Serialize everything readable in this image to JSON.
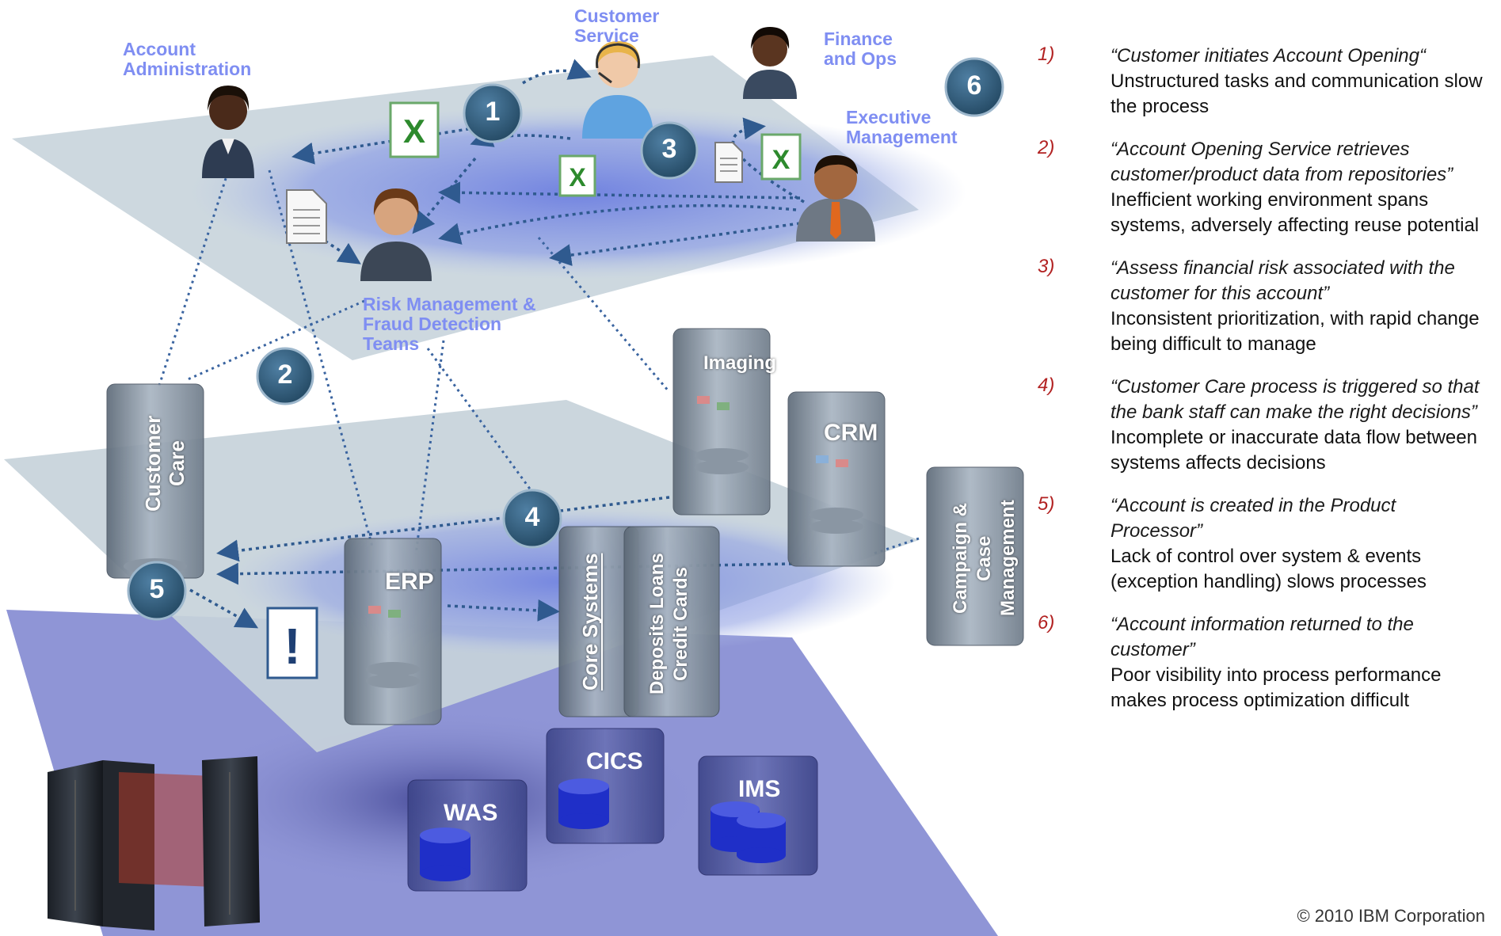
{
  "roles": {
    "customer_service": "Customer Service",
    "account_admin": "Account Administration",
    "finance_ops": "Finance and Ops",
    "executive_mgmt": "Executive Management",
    "risk_mgmt": "Risk Management & Fraud Detection Teams"
  },
  "systems": {
    "customer_care": "Customer Care",
    "imaging": "Imaging",
    "crm": "CRM",
    "campaign": "Campaign & Case Management",
    "erp": "ERP",
    "core_systems": "Core Systems",
    "deposits": "Deposits Loans Credit Cards"
  },
  "databases": {
    "was": "WAS",
    "cics": "CICS",
    "ims": "IMS"
  },
  "badges": [
    "1",
    "2",
    "3",
    "4",
    "5",
    "6"
  ],
  "alert_symbol": "!",
  "notes": [
    {
      "num": "1)",
      "quote": "“Customer initiates Account Opening“",
      "desc": "Unstructured tasks and communication slow the process"
    },
    {
      "num": "2)",
      "quote": "“Account Opening Service retrieves customer/product data from repositories”",
      "desc": "Inefficient working environment spans systems, adversely affecting reuse potential"
    },
    {
      "num": "3)",
      "quote": "“Assess financial risk associated with the customer for this account”",
      "desc": "Inconsistent prioritization, with rapid change being difficult to manage"
    },
    {
      "num": "4)",
      "quote": "“Customer Care process is triggered so that the bank staff can make the right decisions”",
      "desc": "Incomplete or inaccurate data flow between systems affects decisions"
    },
    {
      "num": "5)",
      "quote": "“Account is created in the Product Processor”",
      "desc": "Lack of control over system & events (exception handling) slows processes"
    },
    {
      "num": "6)",
      "quote": "“Account information returned to the customer”",
      "desc": "Poor visibility into process performance makes process optimization difficult"
    }
  ],
  "copyright": "© 2010 IBM Corporation",
  "colors": {
    "badge": "#2f5a78",
    "role_label": "#7f8ef2",
    "note_number": "#b22222",
    "plane": "#c7d3da",
    "bottom_plane": "#8f95d6",
    "db_blue": "#1f2fc8"
  },
  "icons": [
    "person-icon",
    "headset-person-icon",
    "excel-icon",
    "document-icon",
    "server-icon",
    "database-icon",
    "mainframe-icon",
    "alert-icon"
  ]
}
